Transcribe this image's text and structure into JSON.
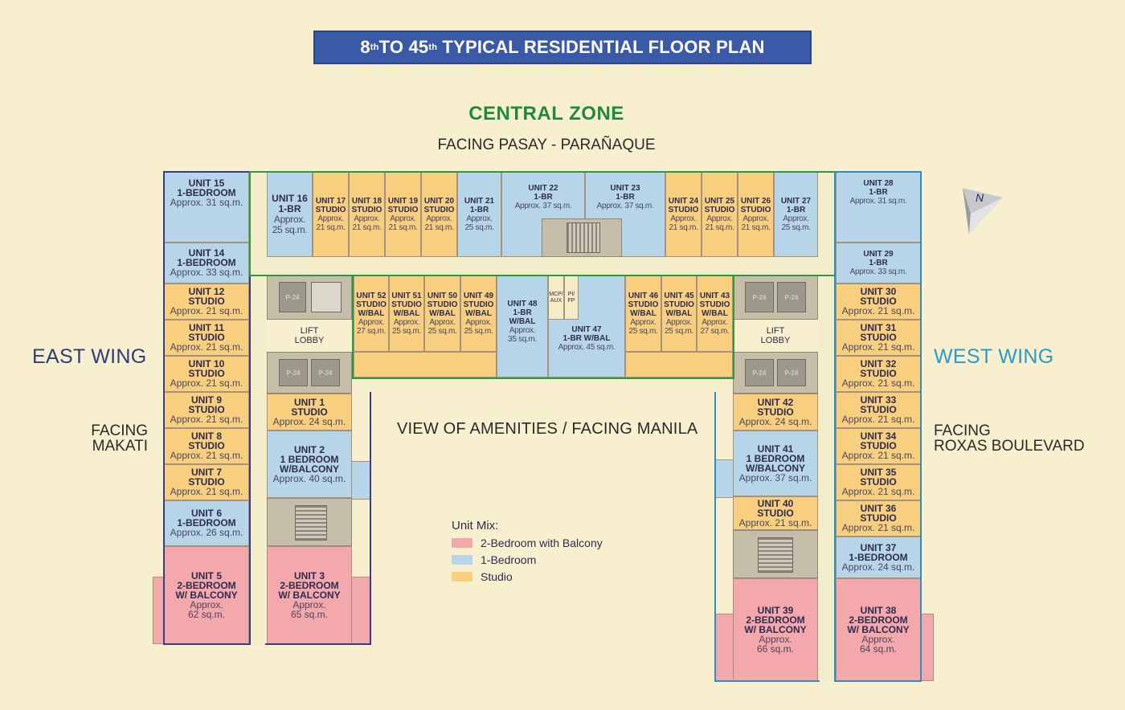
{
  "title": {
    "pre": "8",
    "sup1": "th",
    "mid": " TO 45",
    "sup2": "th",
    "post": " TYPICAL RESIDENTIAL FLOOR PLAN"
  },
  "zone": "CENTRAL ZONE",
  "facing_top": "FACING PASAY - PARAÑAQUE",
  "east_wing": "EAST WING",
  "west_wing": "WEST WING",
  "facing_makati": [
    "FACING",
    "MAKATI"
  ],
  "facing_roxas": [
    "FACING",
    "ROXAS BOULEVARD"
  ],
  "amenities": "VIEW OF AMENITIES / FACING MANILA",
  "compass": "N",
  "lift_lobby": [
    "LIFT",
    "LOBBY"
  ],
  "legend": {
    "title": "Unit Mix:",
    "items": [
      {
        "label": "2-Bedroom with Balcony",
        "color": "#f3a8ab"
      },
      {
        "label": "1-Bedroom",
        "color": "#b7d5e8"
      },
      {
        "label": "Studio",
        "color": "#f8cf7f"
      }
    ]
  },
  "service": {
    "mcp": "MCP/ AUX",
    "pi": "PI/ FP"
  },
  "lift_tag": "P-24",
  "units": {
    "u15": [
      "UNIT 15",
      "1-BEDROOM",
      "Approx. 31 sq.m."
    ],
    "u14": [
      "UNIT 14",
      "1-BEDROOM",
      "Approx. 33 sq.m."
    ],
    "u12": [
      "UNIT 12",
      "STUDIO",
      "Approx. 21 sq.m."
    ],
    "u11": [
      "UNIT 11",
      "STUDIO",
      "Approx. 21 sq.m."
    ],
    "u10": [
      "UNIT 10",
      "STUDIO",
      "Approx. 21 sq.m."
    ],
    "u9": [
      "UNIT 9",
      "STUDIO",
      "Approx. 21 sq.m."
    ],
    "u8": [
      "UNIT 8",
      "STUDIO",
      "Approx. 21 sq.m."
    ],
    "u7": [
      "UNIT 7",
      "STUDIO",
      "Approx. 21 sq.m."
    ],
    "u6": [
      "UNIT 6",
      "1-BEDROOM",
      "Approx. 26 sq.m."
    ],
    "u5": [
      "UNIT 5",
      "2-BEDROOM",
      "W/ BALCONY",
      "Approx.",
      "62 sq.m."
    ],
    "u3": [
      "UNIT 3",
      "2-BEDROOM",
      "W/ BALCONY",
      "Approx.",
      "65 sq.m."
    ],
    "u1": [
      "UNIT 1",
      "STUDIO",
      "Approx. 24 sq.m."
    ],
    "u2": [
      "UNIT 2",
      "1 BEDROOM",
      "W/BALCONY",
      "Approx. 40 sq.m."
    ],
    "u16": [
      "UNIT 16",
      "1-BR",
      "Approx.",
      "25 sq.m."
    ],
    "u17": [
      "UNIT 17",
      "STUDIO",
      "Approx.",
      "21 sq.m."
    ],
    "u18": [
      "UNIT 18",
      "STUDIO",
      "Approx.",
      "21 sq.m."
    ],
    "u19": [
      "UNIT 19",
      "STUDIO",
      "Approx.",
      "21 sq.m."
    ],
    "u20": [
      "UNIT 20",
      "STUDIO",
      "Approx.",
      "21 sq.m."
    ],
    "u21": [
      "UNIT 21",
      "1-BR",
      "Approx.",
      "25 sq.m."
    ],
    "u22": [
      "UNIT 22",
      "1-BR",
      "Approx. 37 sq.m."
    ],
    "u23": [
      "UNIT 23",
      "1-BR",
      "Approx. 37 sq.m."
    ],
    "u24": [
      "UNIT 24",
      "STUDIO",
      "Approx.",
      "21 sq.m."
    ],
    "u25": [
      "UNIT 25",
      "STUDIO",
      "Approx.",
      "21 sq.m."
    ],
    "u26": [
      "UNIT 26",
      "STUDIO",
      "Approx.",
      "21 sq.m."
    ],
    "u27": [
      "UNIT 27",
      "1-BR",
      "Approx.",
      "25 sq.m."
    ],
    "u52": [
      "UNIT 52",
      "STUDIO",
      "W/BAL",
      "Approx.",
      "27 sq.m."
    ],
    "u51": [
      "UNIT 51",
      "STUDIO",
      "W/BAL",
      "Approx.",
      "25 sq.m."
    ],
    "u50": [
      "UNIT 50",
      "STUDIO",
      "W/BAL",
      "Approx.",
      "25 sq.m."
    ],
    "u49": [
      "UNIT 49",
      "STUDIO",
      "W/BAL",
      "Approx.",
      "25 sq.m."
    ],
    "u48": [
      "UNIT 48",
      "1-BR",
      "W/BAL",
      "Approx.",
      "35 sq.m."
    ],
    "u47": [
      "UNIT 47",
      "1-BR W/BAL",
      "Approx. 45 sq.m."
    ],
    "u46": [
      "UNIT 46",
      "STUDIO",
      "W/BAL",
      "Approx.",
      "25 sq.m."
    ],
    "u45": [
      "UNIT 45",
      "STUDIO",
      "W/BAL",
      "Approx.",
      "25 sq.m."
    ],
    "u43": [
      "UNIT 43",
      "STUDIO",
      "W/BAL",
      "Approx.",
      "27 sq.m."
    ],
    "u28": [
      "UNIT 28",
      "1-BR",
      "Approx. 31 sq.m."
    ],
    "u29": [
      "UNIT 29",
      "1-BR",
      "Approx. 33 sq.m."
    ],
    "u30": [
      "UNIT 30",
      "STUDIO",
      "Approx. 21 sq.m."
    ],
    "u31": [
      "UNIT 31",
      "STUDIO",
      "Approx. 21 sq.m."
    ],
    "u32": [
      "UNIT 32",
      "STUDIO",
      "Approx. 21 sq.m."
    ],
    "u33": [
      "UNIT 33",
      "STUDIO",
      "Approx. 21 sq.m."
    ],
    "u34": [
      "UNIT 34",
      "STUDIO",
      "Approx. 21 sq.m."
    ],
    "u35": [
      "UNIT 35",
      "STUDIO",
      "Approx. 21 sq.m."
    ],
    "u36": [
      "UNIT 36",
      "STUDIO",
      "Approx. 21 sq.m."
    ],
    "u37": [
      "UNIT 37",
      "1-BEDROOM",
      "Approx. 24 sq.m."
    ],
    "u42": [
      "UNIT 42",
      "STUDIO",
      "Approx. 24 sq.m."
    ],
    "u41": [
      "UNIT 41",
      "1 BEDROOM",
      "W/BALCONY",
      "Approx. 37 sq.m."
    ],
    "u40": [
      "UNIT 40",
      "STUDIO",
      "Approx. 21 sq.m."
    ],
    "u39": [
      "UNIT 39",
      "2-BEDROOM",
      "W/ BALCONY",
      "Approx.",
      "66 sq.m."
    ],
    "u38": [
      "UNIT 38",
      "2-BEDROOM",
      "W/ BALCONY",
      "Approx.",
      "64 sq.m."
    ]
  }
}
